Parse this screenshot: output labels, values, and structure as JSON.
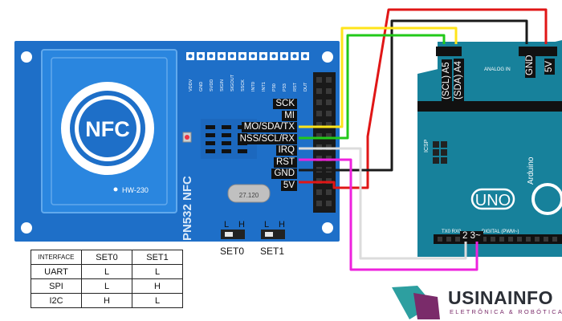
{
  "module": {
    "nfc_logo_text": "NFC",
    "model_label": "HW-230",
    "chip_vertical_text": "PN532 NFC",
    "crystal_text": "27.120",
    "top_pin_labels": [
      "VDDV",
      "GND",
      "SVDD",
      "SIGIN",
      "SIGOUT",
      "SSCK",
      "INT0",
      "INT1",
      "P30",
      "P33",
      "RST",
      "DUT"
    ]
  },
  "pin_labels": [
    "SCK",
    "MI",
    "MO/SDA/TX",
    "NSS/SCL/RX",
    "IRQ",
    "RST",
    "GND",
    "5V"
  ],
  "switches": [
    {
      "name": "SET0",
      "l": "L",
      "h": "H"
    },
    {
      "name": "SET1",
      "l": "L",
      "h": "H"
    }
  ],
  "mode_table": {
    "header": [
      "INTERFACE",
      "SET0",
      "SET1"
    ],
    "rows": [
      [
        "UART",
        "L",
        "L"
      ],
      [
        "SPI",
        "L",
        "H"
      ],
      [
        "I2C",
        "H",
        "L"
      ]
    ]
  },
  "arduino": {
    "analog_labels": [
      "(SCL) A5",
      "(SDA) A4"
    ],
    "gnd_label": "GND",
    "v5_label": "5V",
    "digital_label": "2 3~",
    "uno_text": "UNO",
    "brand_text": "Arduino",
    "icsp_text": "ICSP",
    "analog_header_text": "ANALOG IN",
    "digital_header_text": "DIGITAL (PWM~)",
    "tx_rx_text": "TX0 RX0"
  },
  "wire_colors": {
    "yellow": "#ffe41a",
    "green": "#22c91a",
    "red": "#e01616",
    "black": "#1a1a1a",
    "white": "#dcdcdc",
    "magenta": "#ee22dd"
  },
  "board_colors": {
    "module_blue": "#1e6fc8",
    "arduino_teal": "#17819b"
  },
  "brand": {
    "name": "USINAINFO",
    "subtitle": "ELETRÔNICA & ROBÓTICA"
  }
}
